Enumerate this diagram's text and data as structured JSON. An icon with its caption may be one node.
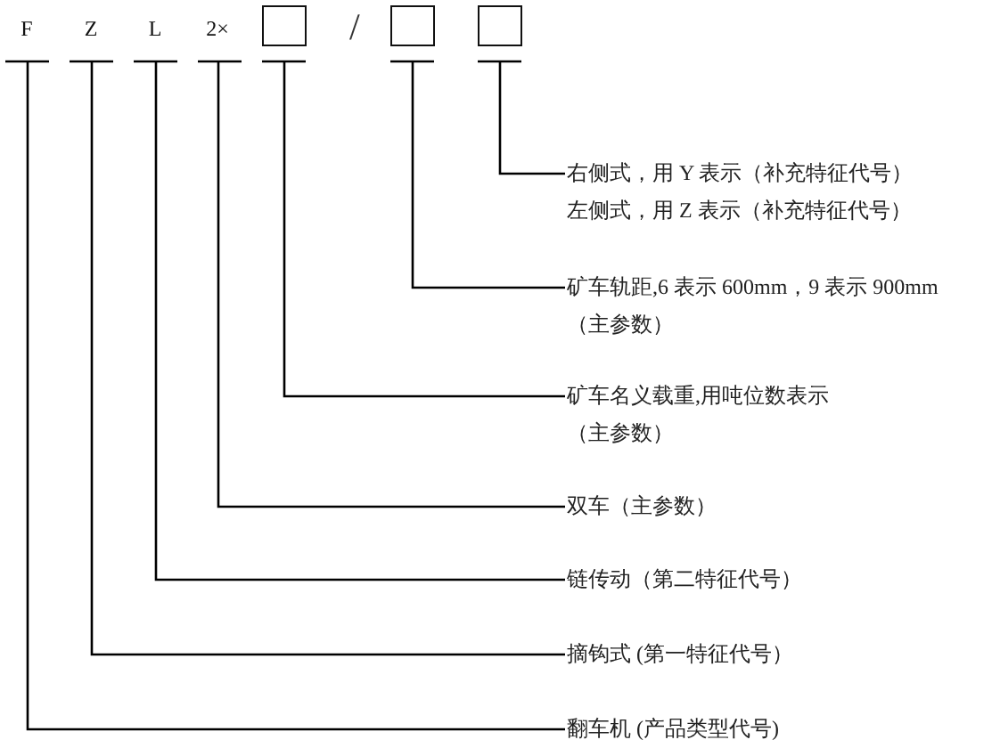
{
  "diagram": {
    "nodes": [
      {
        "text": [
          "F"
        ]
      },
      {
        "text": [
          "Z"
        ]
      },
      {
        "text": [
          "L"
        ]
      },
      {
        "text": [
          "2×"
        ]
      },
      {
        "text": [],
        "shape": "box"
      },
      {
        "text": [],
        "shape": "box"
      },
      {
        "text": [],
        "shape": "box"
      },
      {
        "text": [
          "右侧式，用 Y 表示（补充特征代号）",
          "左侧式，用 Z 表示（补充特征代号）"
        ]
      },
      {
        "text": [
          "矿车轨距,6 表示 600mm，9 表示 900mm（主参数）"
        ]
      },
      {
        "text": [
          "矿车名义载重,用吨位数表示（主参数）"
        ]
      },
      {
        "text": [
          "双车（主参数）"
        ]
      },
      {
        "text": [
          "链传动（第二特征代号）"
        ]
      },
      {
        "text": [
          "摘钩式 (第一特征代号）"
        ]
      },
      {
        "text": [
          "翻车机 (产品类型代号)"
        ]
      }
    ],
    "edges": [
      {
        "from": 0,
        "to": 13,
        "arrow": "none"
      },
      {
        "from": 1,
        "to": 12,
        "arrow": "none"
      },
      {
        "from": 2,
        "to": 11,
        "arrow": "none"
      },
      {
        "from": 3,
        "to": 10,
        "arrow": "none"
      },
      {
        "from": 4,
        "to": 9,
        "arrow": "none"
      },
      {
        "from": 5,
        "to": 8,
        "arrow": "none"
      },
      {
        "from": 6,
        "to": 7,
        "arrow": "none"
      }
    ],
    "labels": [
      "/"
    ]
  }
}
